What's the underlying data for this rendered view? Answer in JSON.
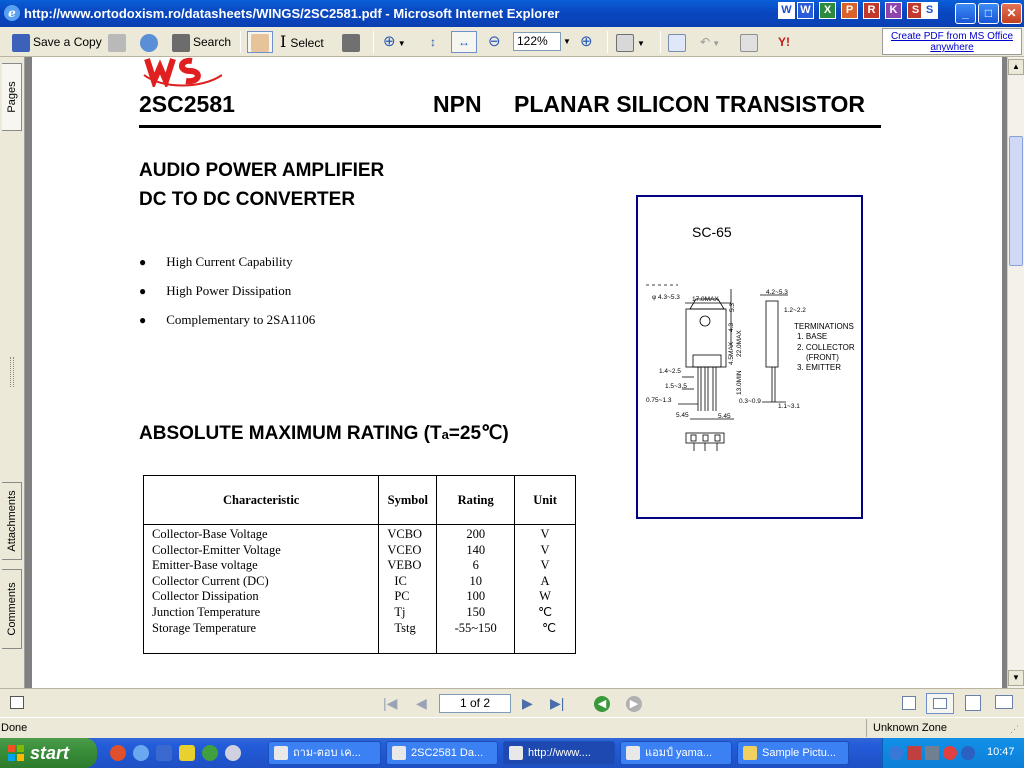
{
  "window": {
    "title": "http://www.ortodoxism.ro/datasheets/WINGS/2SC2581.pdf - Microsoft Internet Explorer",
    "app_icon": "internet-explorer-icon",
    "controls": {
      "minimize": "_",
      "maximize": "□",
      "close": "✕"
    }
  },
  "title_tray_icons": [
    "W",
    "X",
    "P",
    "R",
    "K",
    "S"
  ],
  "toolbar": {
    "save_copy": "Save a Copy",
    "search": "Search",
    "select": "Select",
    "zoom_value": "122%",
    "create_pdf_line1": "Create PDF from MS Office",
    "create_pdf_line2": "anywhere"
  },
  "side_tabs": {
    "pages": "Pages",
    "attachments": "Attachments",
    "comments": "Comments"
  },
  "pdf": {
    "part": "2SC2581",
    "type_npn": "NPN",
    "type_desc": "PLANAR SILICON TRANSISTOR",
    "app1": "AUDIO POWER AMPLIFIER",
    "app2": "DC TO DC CONVERTER",
    "features": [
      "High Current Capability",
      "High Power Dissipation",
      "Complementary to 2SA1106"
    ],
    "amr_prefix": "ABSOLUTE MAXIMUM RATING (T",
    "amr_sub": "a",
    "amr_suffix": "=25℃)",
    "package": {
      "name": "SC-65",
      "dims": [
        "φ 4.3~5.3",
        "17.0MAX",
        "4.2~5.3",
        "1.2~2.2",
        "4.3",
        "5.3",
        "4.5MAX",
        "22.0MAX",
        "13.0MIN",
        "1.4~2.5",
        "1.5~3.5",
        "0.75~1.3",
        "0.3~0.9",
        "1.1~3.1",
        "5.45",
        "5.45"
      ],
      "terminations_title": "TERMINATIONS",
      "terminations": [
        "1. BASE",
        "2. COLLECTOR",
        "(FRONT)",
        "3. EMITTER"
      ]
    },
    "table": {
      "headers": [
        "Characteristic",
        "Symbol",
        "Rating",
        "Unit"
      ],
      "characteristics": [
        "Collector-Base Voltage",
        "Collector-Emitter Voltage",
        "Emitter-Base voltage",
        "Collector Current (DC)",
        "Collector Dissipation",
        "Junction Temperature",
        "Storage Temperature"
      ],
      "symbols": [
        "VCBO",
        "VCEO",
        "VEBO",
        "IC",
        "PC",
        "Tj",
        "Tstg"
      ],
      "ratings": [
        "200",
        "140",
        "6",
        "10",
        "100",
        "150",
        "-55~150"
      ],
      "units": [
        "V",
        "V",
        "V",
        "A",
        "W",
        "℃",
        "℃"
      ]
    }
  },
  "nav": {
    "page_indicator": "1 of 2"
  },
  "status": {
    "left": "Done",
    "zone": "Unknown Zone"
  },
  "taskbar": {
    "start": "start",
    "tasks": [
      "ถาม-ตอบ เค...",
      "2SC2581 Da...",
      "http://www....",
      "แอมป์ yama...",
      "Sample Pictu..."
    ],
    "clock": "10:47"
  },
  "colors": {
    "title_blue": "#0a4fc8",
    "frame_navy": "#000080",
    "start_green": "#3a8f3a",
    "taskbar_blue": "#245ddb"
  }
}
